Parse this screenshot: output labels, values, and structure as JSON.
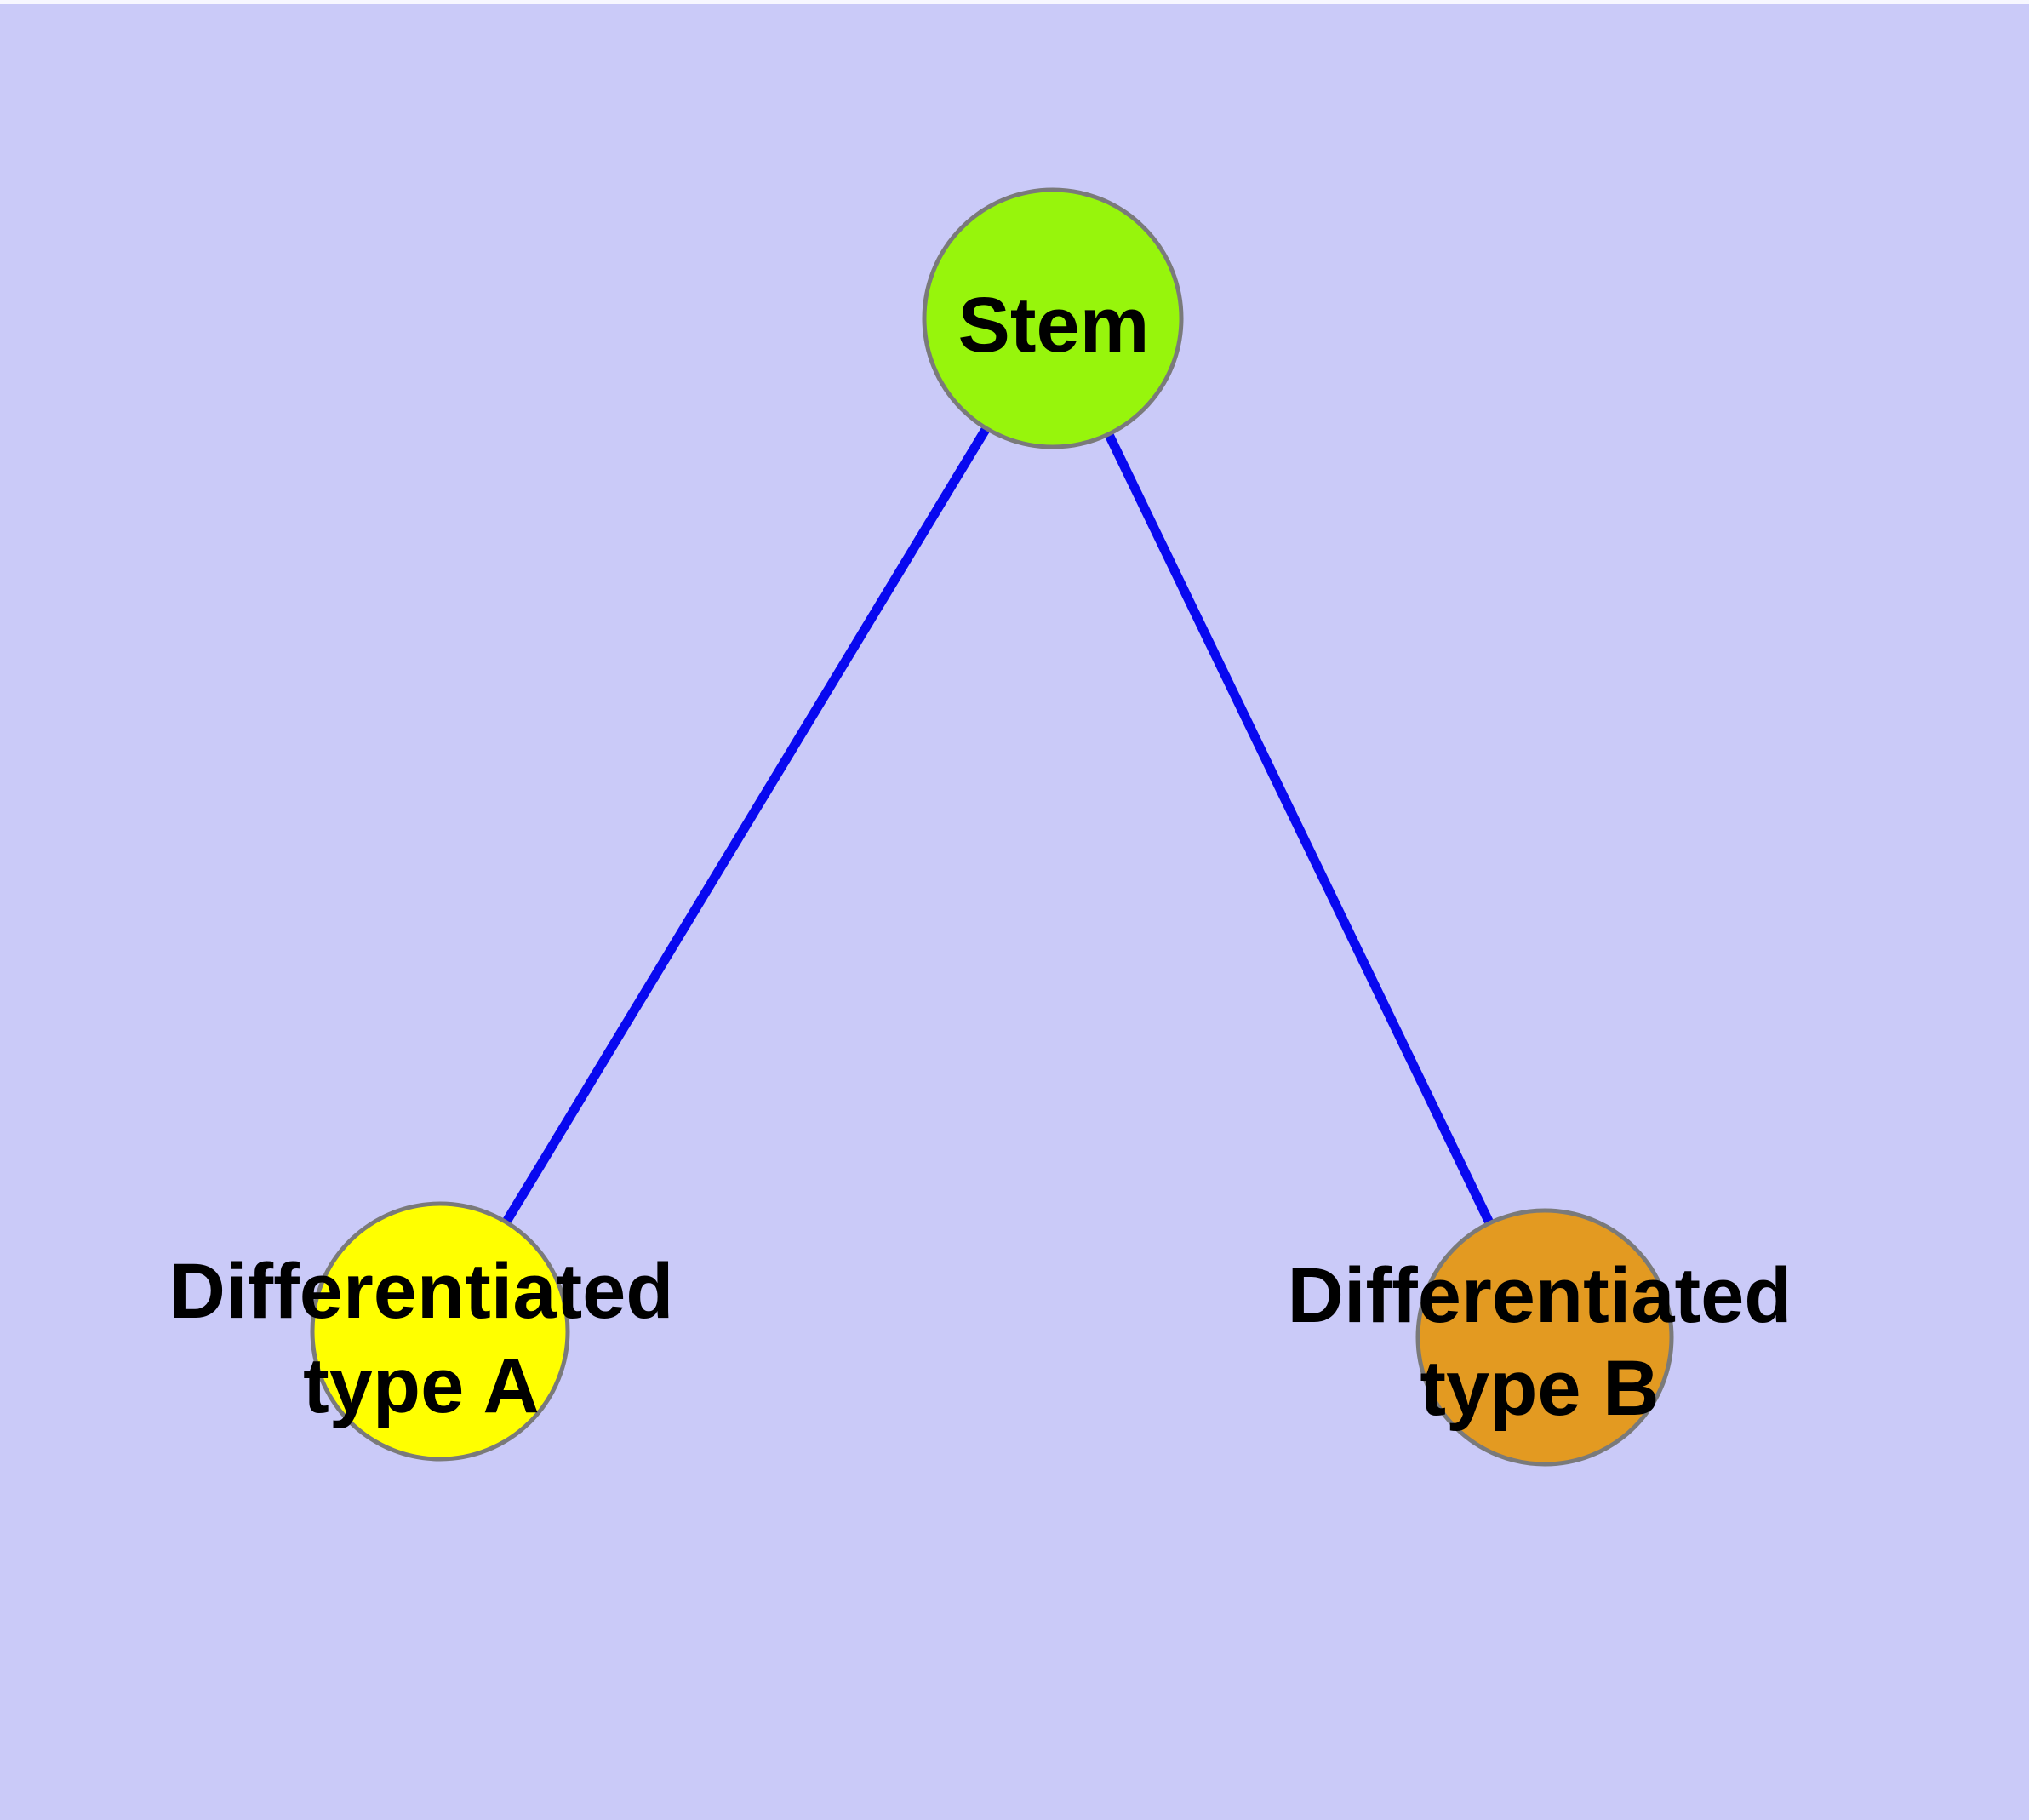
{
  "diagram": {
    "title": "",
    "background_color": "#CACAF8",
    "top_strip_color": "#F7F7FF",
    "edge_color": "#0808F0",
    "node_border_color": "#7A7A7A",
    "label_color": "#000000",
    "nodes": [
      {
        "id": "stem",
        "label": "Stem",
        "fill": "#97F50C"
      },
      {
        "id": "typeA",
        "label_line1": "Differentiated",
        "label_line2": "type A",
        "fill": "#FFFF00"
      },
      {
        "id": "typeB",
        "label_line1": "Differentiated",
        "label_line2": "type B",
        "fill": "#E39A21"
      }
    ],
    "edges": [
      {
        "from": "Stem",
        "to": "Differentiated type A"
      },
      {
        "from": "Stem",
        "to": "Differentiated type B"
      }
    ]
  }
}
